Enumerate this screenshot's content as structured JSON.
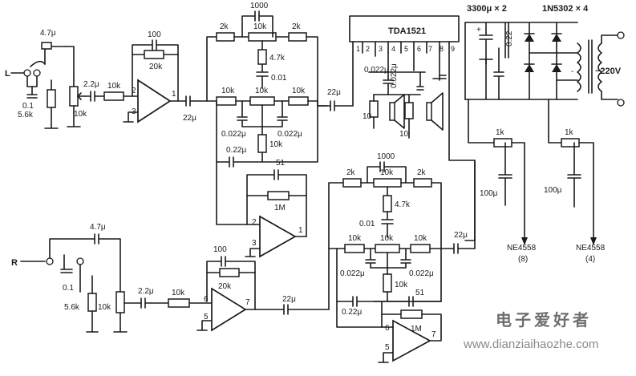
{
  "inputs": {
    "left": "L",
    "right": "R"
  },
  "left_channel": {
    "in_cap": "4.7μ",
    "shunt_cap": "0.1",
    "shunt_res": "5.6k",
    "pot": "10k",
    "coupling_cap": "2.2μ",
    "in_res": "10k",
    "fb_cap": "100",
    "fb_res": "20k",
    "pin_inv": "2",
    "pin_noninv": "3",
    "pin_out": "1",
    "out_cap": "22μ"
  },
  "right_channel": {
    "in_cap": "4.7μ",
    "shunt_cap": "0.1",
    "shunt_res": "5.6k",
    "pot": "10k",
    "coupling_cap": "2.2μ",
    "in_res": "10k",
    "fb_cap": "100",
    "fb_res": "20k",
    "pin_inv": "6",
    "pin_noninv": "5",
    "pin_out": "7",
    "out_cap": "22μ"
  },
  "upper_tone": {
    "top_cap": "1000",
    "top_res_left": "2k",
    "top_pot": "10k",
    "top_res_right": "2k",
    "wiper_res": "4.7k",
    "wiper_cap": "0.01",
    "mid_res_left": "10k",
    "mid_pot": "10k",
    "mid_res_right": "10k",
    "cap_left": "0.022μ",
    "cap_right": "0.022μ",
    "center_res": "10k",
    "bottom_cap": "0.22μ",
    "fb_cap": "51",
    "fb_res": "1M",
    "pin_inv": "2",
    "pin_noninv": "3",
    "pin_out": "1",
    "out_cap": "22μ"
  },
  "lower_tone": {
    "top_cap": "1000",
    "top_res_left": "2k",
    "top_pot": "10k",
    "top_res_right": "2k",
    "wiper_res": "4.7k",
    "wiper_cap": "0.01",
    "mid_res_left": "10k",
    "mid_pot": "10k",
    "mid_res_right": "10k",
    "cap_left": "0.022μ",
    "cap_right": "0.022μ",
    "center_res": "10k",
    "bottom_cap": "0.22μ",
    "fb_cap": "51",
    "fb_res": "1M",
    "pin_inv": "6",
    "pin_noninv": "5",
    "pin_out": "7",
    "out_cap": "22μ"
  },
  "amplifier": {
    "chip": "TDA1521",
    "pins": [
      "1",
      "2",
      "3",
      "4",
      "5",
      "6",
      "7",
      "8",
      "9"
    ],
    "cap_a": "0.022μ",
    "cap_b": "0.022μ",
    "res_a": "10",
    "res_b": "10"
  },
  "power": {
    "filter_caps": "3300μ × 2",
    "diodes": "1N5302 × 4",
    "mid_cap": "0.22",
    "mains": "~220V",
    "res_left": "1k",
    "res_right": "1k",
    "cap_left": "100μ",
    "cap_right": "100μ",
    "rail_left": "NE4558",
    "rail_left_pin": "(8)",
    "rail_right": "NE4558",
    "rail_right_pin": "(4)",
    "plus": "+",
    "minus": "-"
  },
  "watermark": {
    "cn": "电子爱好者",
    "url": "www.dianziaihaozhe.com"
  },
  "colors": {
    "ink": "#1a1a1a",
    "watermark": "#8a8a8a"
  }
}
